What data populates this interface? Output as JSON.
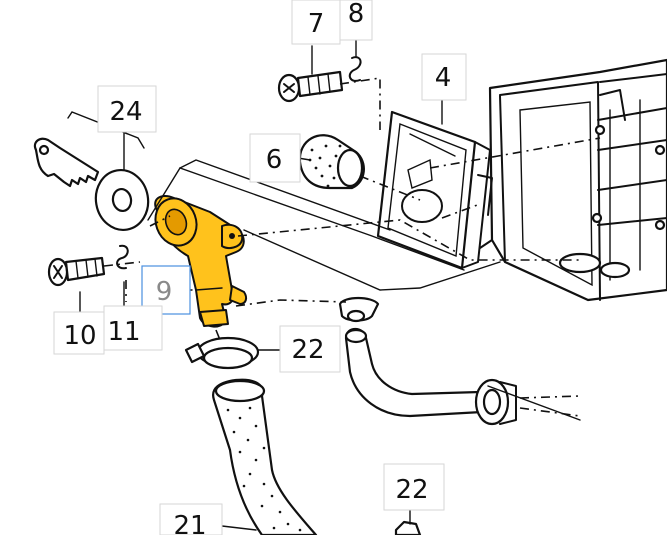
{
  "callouts": {
    "c4": "4",
    "c6": "6",
    "c7": "7",
    "c8": "8",
    "c9": "9",
    "c10": "10",
    "c11": "11",
    "c21": "21",
    "c22a": "22",
    "c22b": "22",
    "c24": "24"
  },
  "highlight_color": "#ffc21c",
  "selected_callout": "9",
  "selection_color": "#4a8fe0"
}
